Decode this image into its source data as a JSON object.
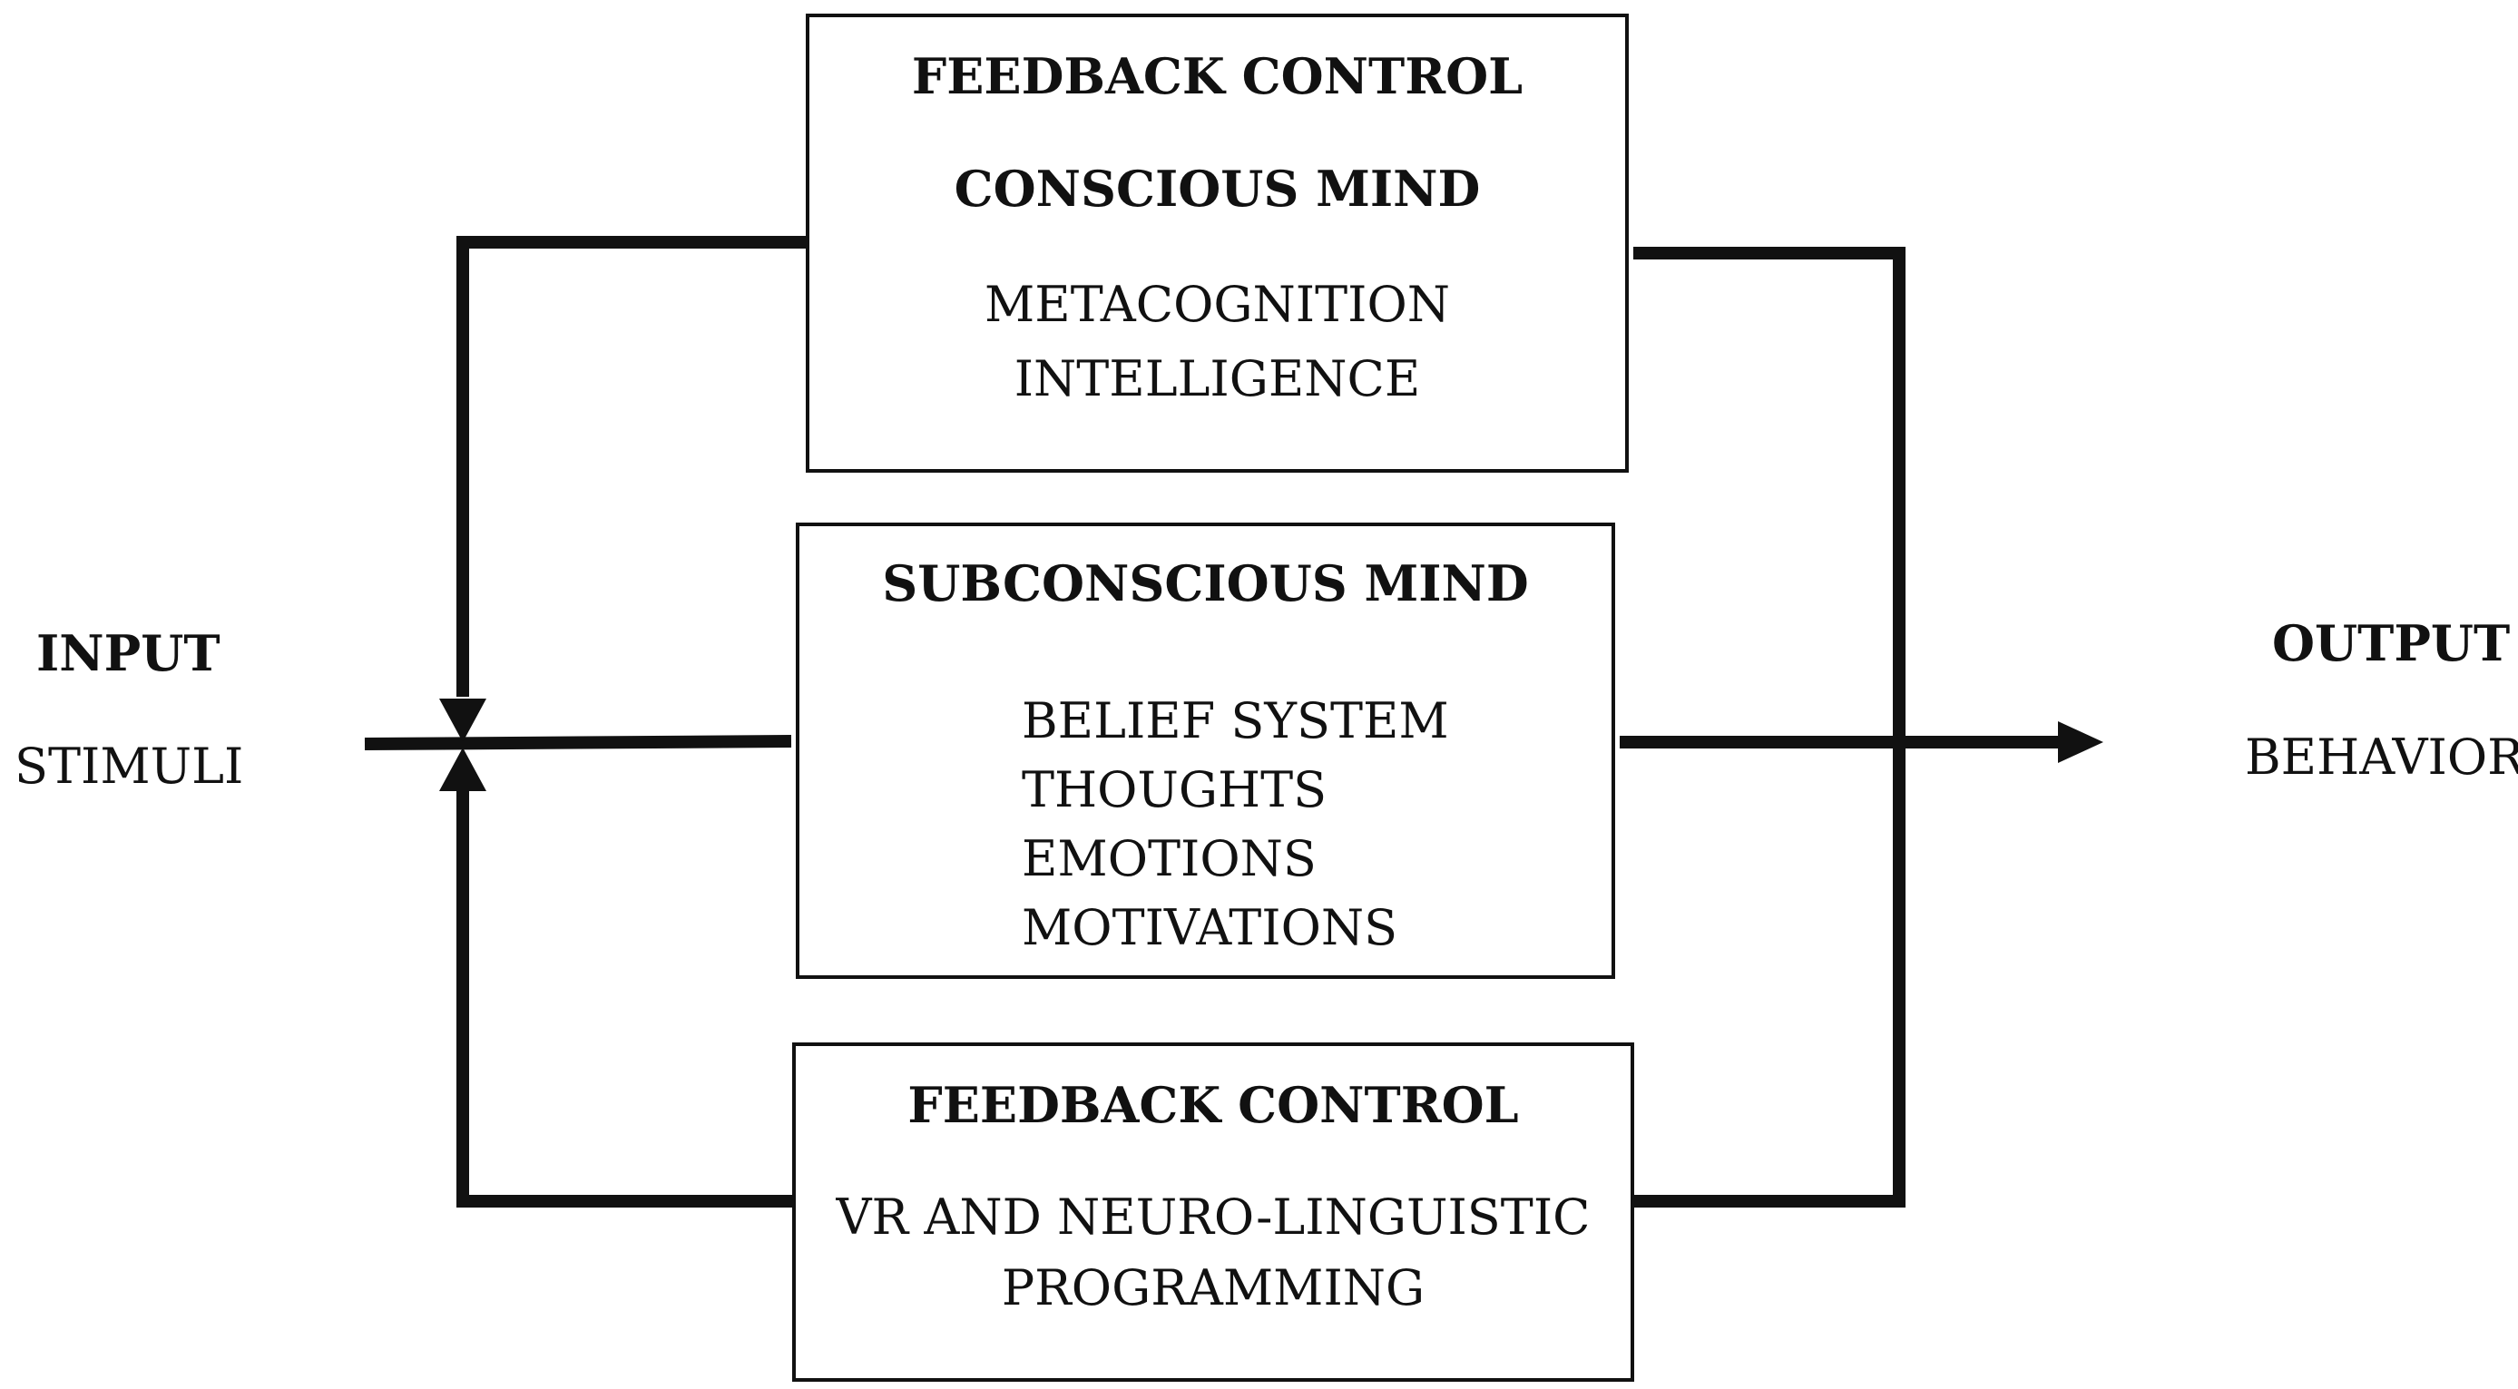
{
  "colors": {
    "line": "#111111",
    "background": "#ffffff"
  },
  "input": {
    "title": "INPUT",
    "subtitle": "STIMULI"
  },
  "output": {
    "title": "OUTPUT",
    "subtitle": "BEHAVIOR"
  },
  "conscious_box": {
    "heading": "FEEDBACK CONTROL",
    "title": "CONSCIOUS MIND",
    "lines": [
      "METACOGNITION",
      "INTELLIGENCE"
    ]
  },
  "subconscious_box": {
    "title": "SUBCONSCIOUS MIND",
    "lines": [
      "BELIEF SYSTEM",
      "THOUGHTS",
      "EMOTIONS",
      "MOTIVATIONS"
    ]
  },
  "feedback_box": {
    "heading": "FEEDBACK CONTROL",
    "lines": [
      "VR AND NEURO-LINGUISTIC",
      "PROGRAMMING"
    ]
  }
}
